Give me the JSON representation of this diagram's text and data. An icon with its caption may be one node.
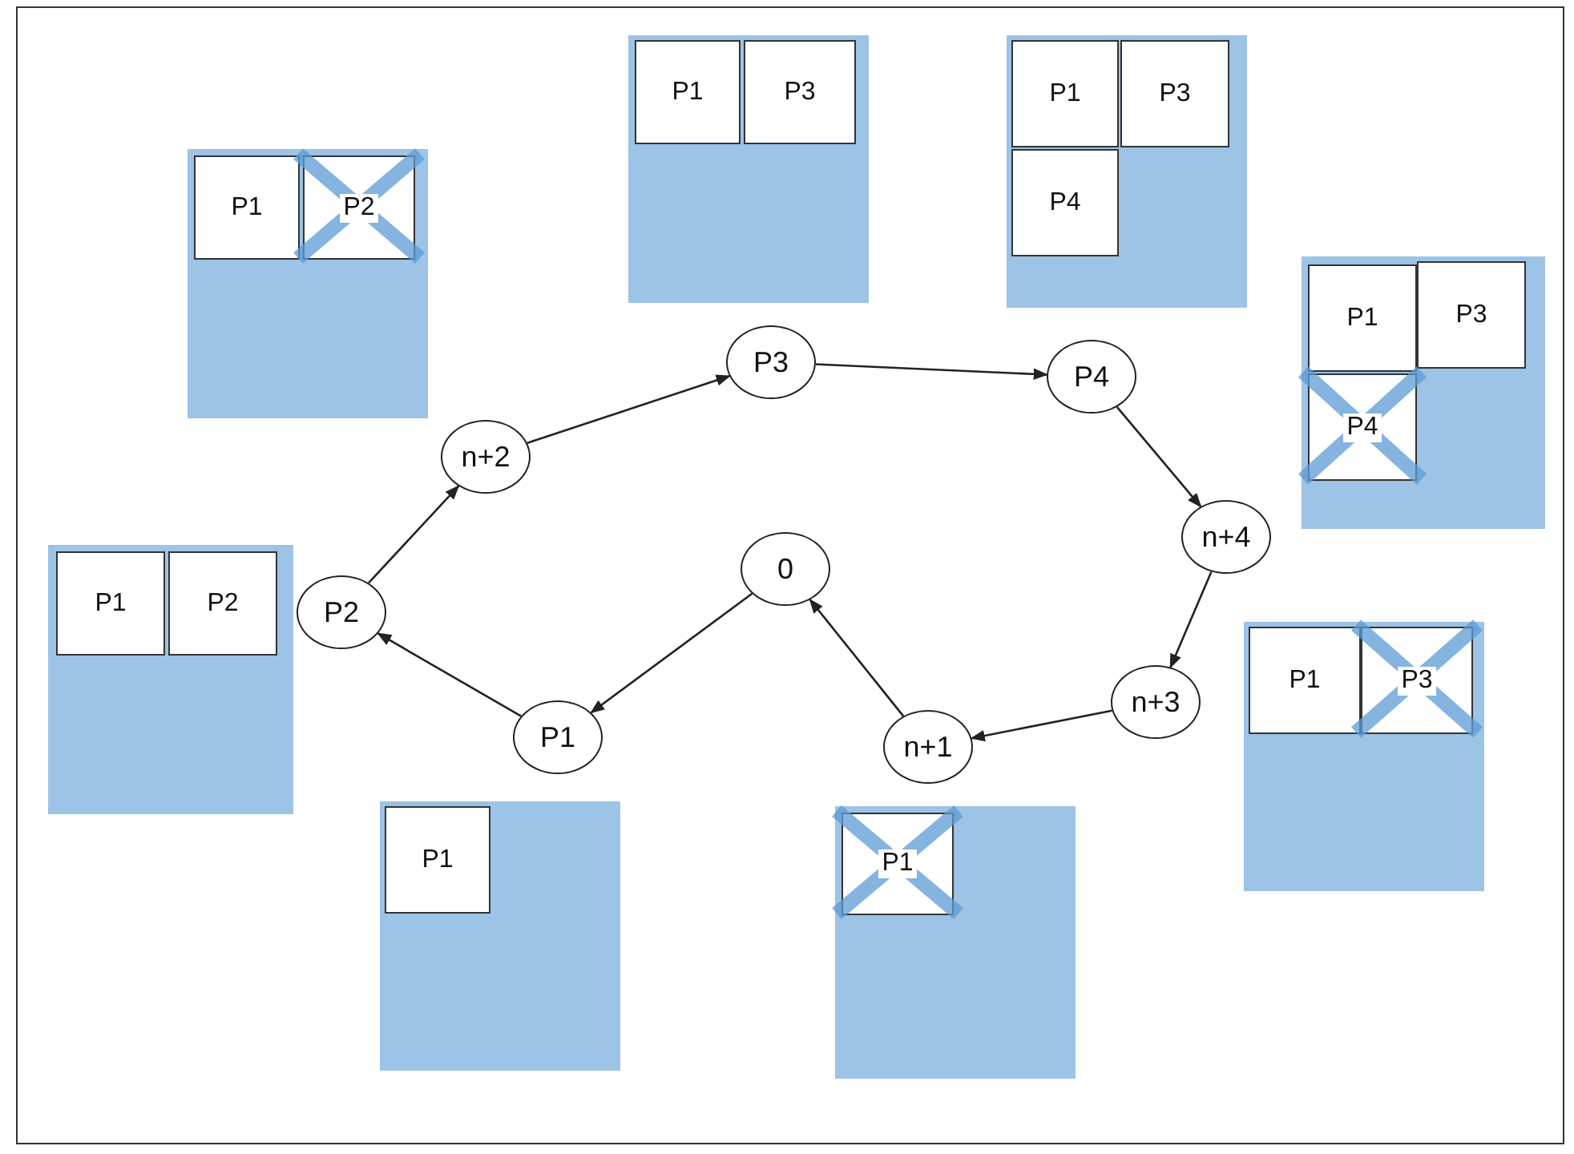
{
  "diagram": {
    "nodes": [
      {
        "text": [
          "0"
        ]
      },
      {
        "text": [
          "P1"
        ]
      },
      {
        "text": [
          "P2"
        ]
      },
      {
        "text": [
          "n+2"
        ]
      },
      {
        "text": [
          "P3"
        ]
      },
      {
        "text": [
          "P4"
        ]
      },
      {
        "text": [
          "n+4"
        ]
      },
      {
        "text": [
          "n+3"
        ]
      },
      {
        "text": [
          "n+1"
        ]
      },
      {
        "text": [],
        "shape": "box"
      },
      {
        "text": [
          "P1"
        ],
        "in": 9
      },
      {
        "text": [
          "P3"
        ],
        "in": 9
      },
      {
        "text": [],
        "shape": "box"
      },
      {
        "text": [
          "P1"
        ],
        "in": 12
      },
      {
        "text": [
          "P3"
        ],
        "in": 12
      },
      {
        "text": [
          "P4"
        ],
        "in": 12
      },
      {
        "text": [],
        "shape": "box"
      },
      {
        "text": [
          "P1"
        ],
        "in": 16
      },
      {
        "text": [
          "P2"
        ],
        "in": 16
      },
      {
        "text": [],
        "shape": "box"
      },
      {
        "text": [
          "P1"
        ],
        "in": 19
      },
      {
        "text": [
          "P3"
        ],
        "in": 19
      },
      {
        "text": [
          "P4"
        ],
        "in": 19
      },
      {
        "text": [],
        "shape": "box"
      },
      {
        "text": [
          "P1"
        ],
        "in": 23
      },
      {
        "text": [
          "P2"
        ],
        "in": 23
      },
      {
        "text": [],
        "shape": "box"
      },
      {
        "text": [
          "P1"
        ],
        "in": 26
      },
      {
        "text": [
          "P3"
        ],
        "in": 26
      },
      {
        "text": [],
        "shape": "box"
      },
      {
        "text": [
          "P1"
        ],
        "in": 29
      },
      {
        "text": [],
        "shape": "box"
      },
      {
        "text": [
          "P1"
        ],
        "in": 31
      }
    ],
    "edges": [
      {
        "from": 0,
        "to": 1,
        "arrow": "to"
      },
      {
        "from": 1,
        "to": 2,
        "arrow": "to"
      },
      {
        "from": 2,
        "to": 3,
        "arrow": "to"
      },
      {
        "from": 3,
        "to": 4,
        "arrow": "to"
      },
      {
        "from": 4,
        "to": 5,
        "arrow": "to"
      },
      {
        "from": 5,
        "to": 6,
        "arrow": "to"
      },
      {
        "from": 6,
        "to": 7,
        "arrow": "to"
      },
      {
        "from": 7,
        "to": 8,
        "arrow": "to"
      },
      {
        "from": 8,
        "to": 0,
        "arrow": "to"
      }
    ]
  }
}
